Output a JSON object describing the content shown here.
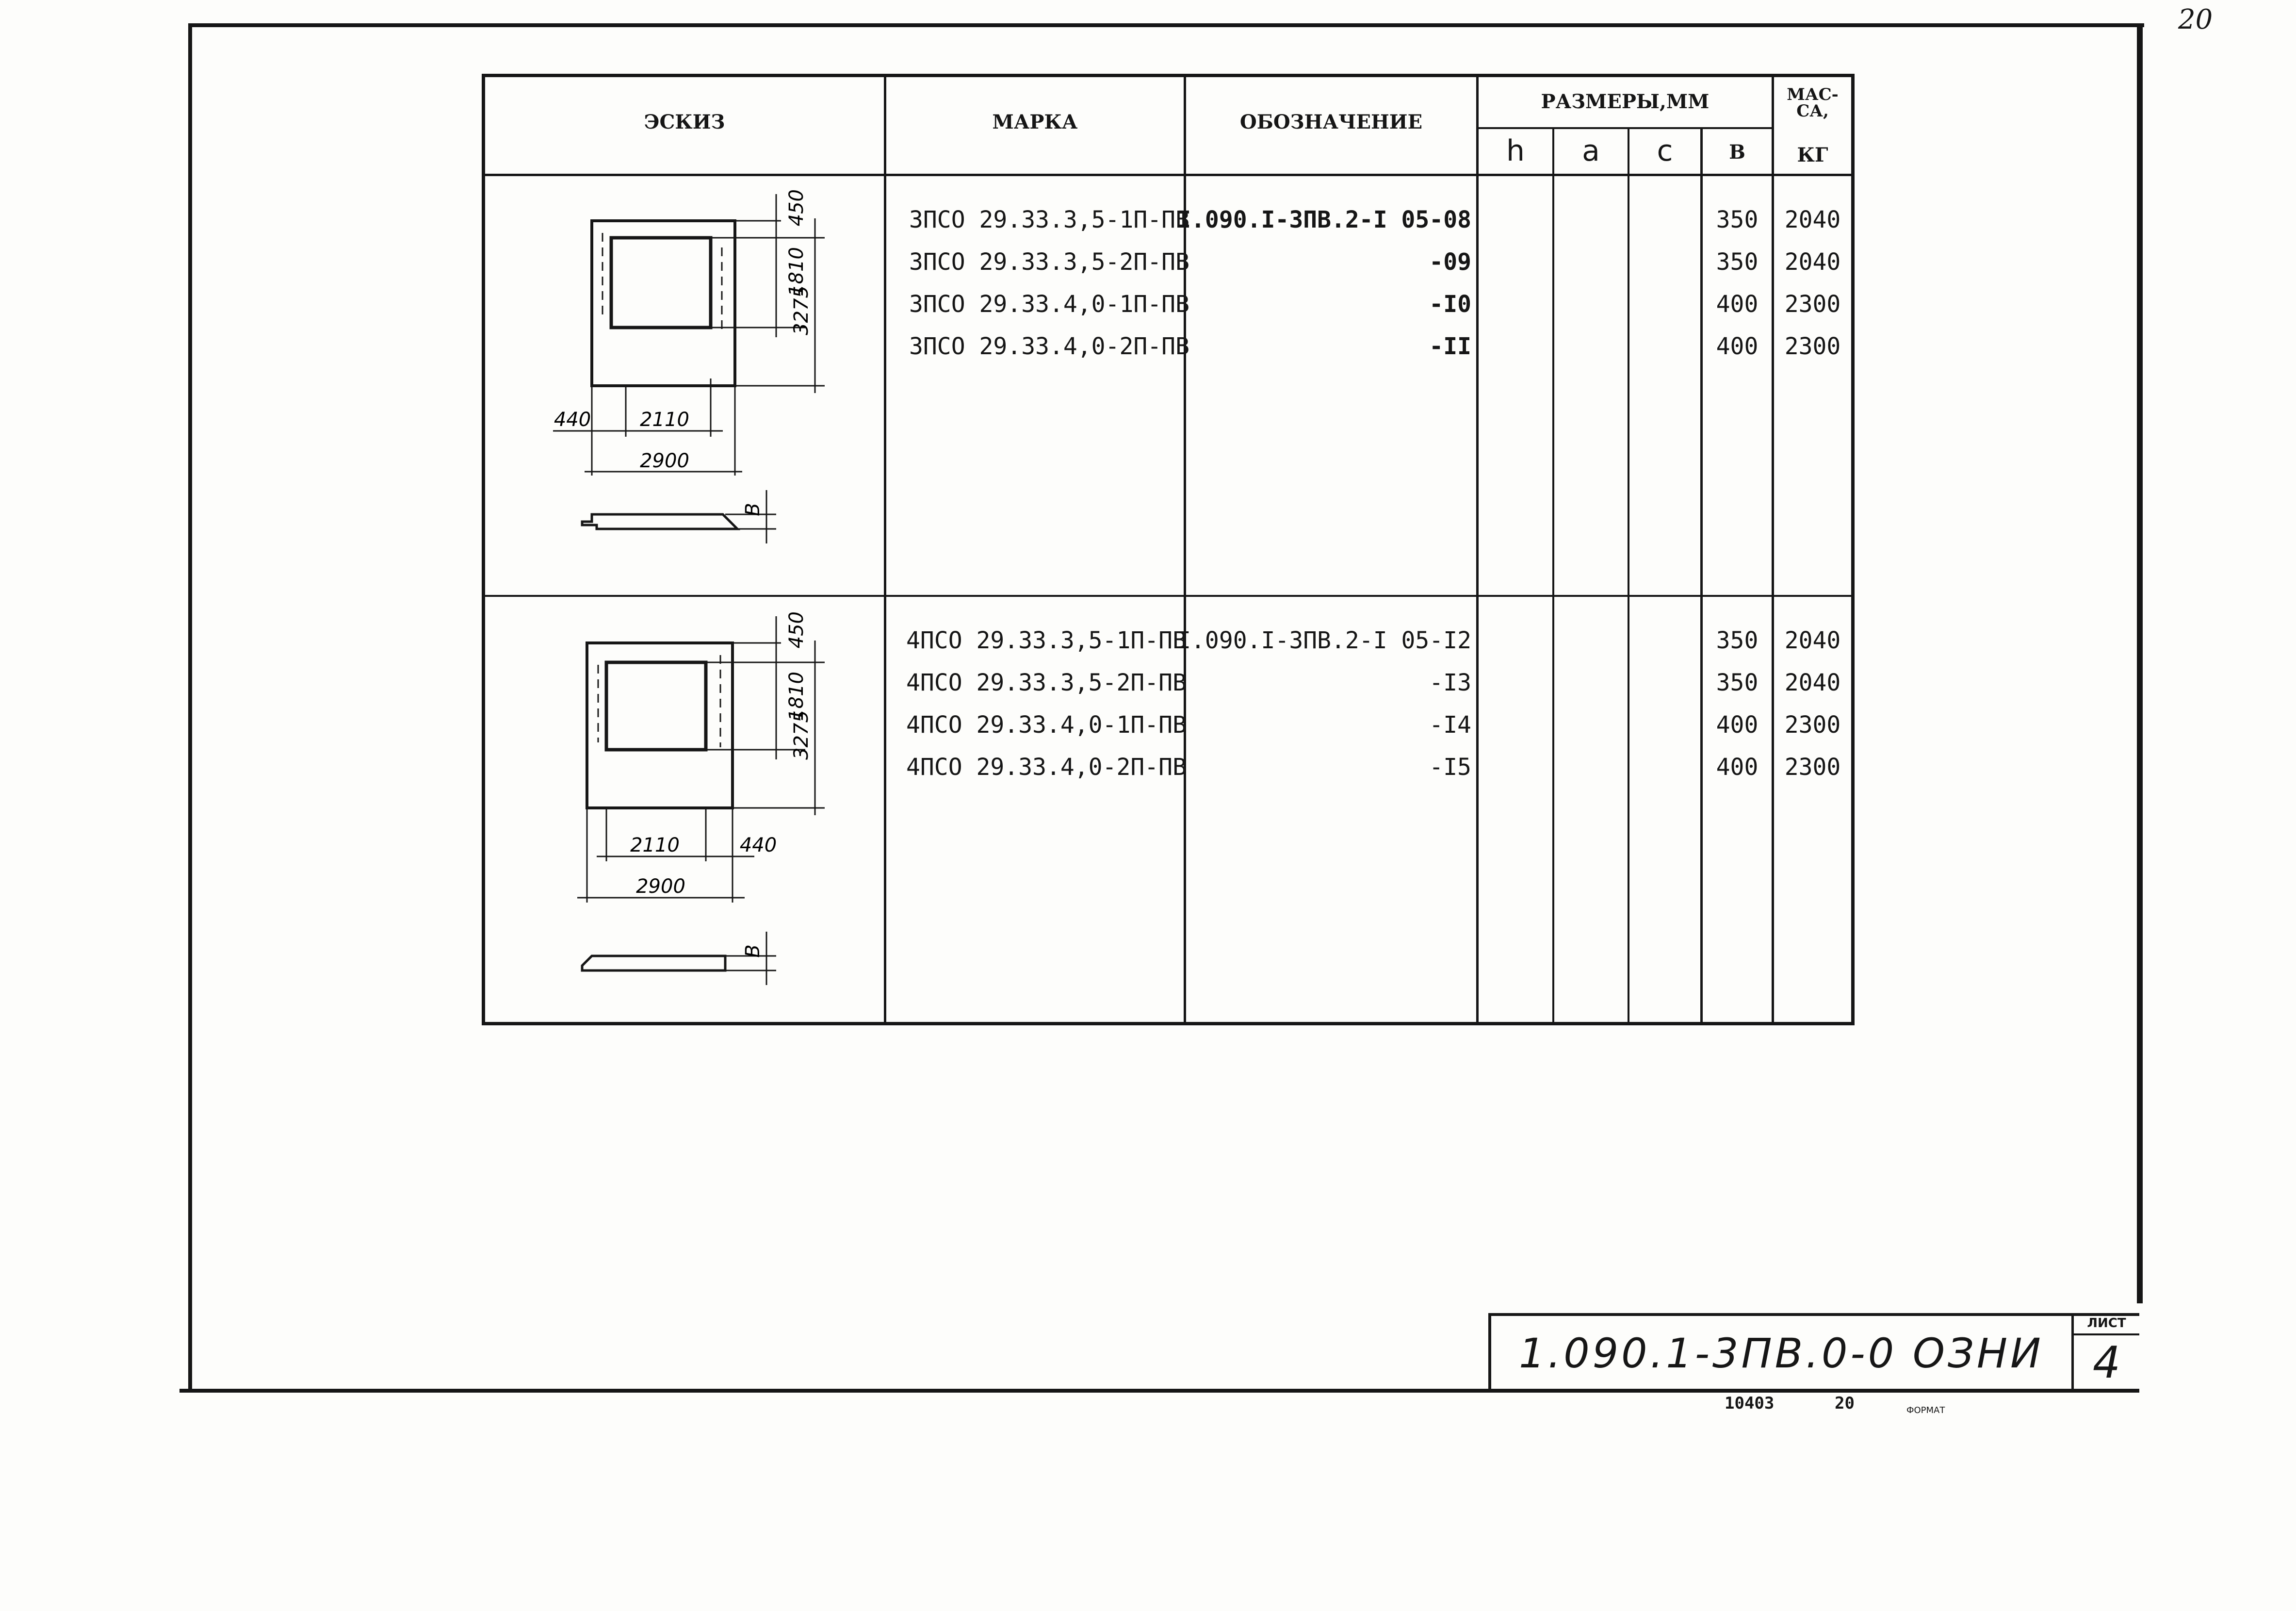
{
  "page_mark": "20",
  "table": {
    "headers": {
      "sketch": "ЭСКИЗ",
      "mark": "МАРКА",
      "designation": "ОБОЗНАЧЕНИЕ",
      "dimensions": "РАЗМЕРЫ,ММ",
      "mass_line1": "МАС-",
      "mass_line2": "СА,",
      "mass_line3": "КГ",
      "h": "h",
      "a": "a",
      "c": "c",
      "b": "В"
    },
    "groups": [
      {
        "sketch_dims": {
          "top": "450",
          "window_h": "1810",
          "total_h": "3275",
          "left": "440",
          "window_w": "2110",
          "total_w": "2900",
          "thickness": "B"
        },
        "rows": [
          {
            "mark": "3ПСО 29.33.3,5-1П-ПВ",
            "designation": "I.090.I-3ПВ.2-I 05-08",
            "h": "",
            "a": "",
            "c": "",
            "b": "350",
            "mass": "2040"
          },
          {
            "mark": "3ПСО 29.33.3,5-2П-ПВ",
            "designation": "-09",
            "h": "",
            "a": "",
            "c": "",
            "b": "350",
            "mass": "2040"
          },
          {
            "mark": "3ПСО 29.33.4,0-1П-ПВ",
            "designation": "-I0",
            "h": "",
            "a": "",
            "c": "",
            "b": "400",
            "mass": "2300"
          },
          {
            "mark": "3ПСО 29.33.4,0-2П-ПВ",
            "designation": "-II",
            "h": "",
            "a": "",
            "c": "",
            "b": "400",
            "mass": "2300"
          }
        ]
      },
      {
        "sketch_dims": {
          "top": "450",
          "window_h": "1810",
          "total_h": "3275",
          "right": "440",
          "window_w": "2110",
          "total_w": "2900",
          "thickness": "B"
        },
        "rows": [
          {
            "mark": "4ПСО 29.33.3,5-1П-ПВ",
            "designation": "I.090.I-3ПВ.2-I 05-I2",
            "h": "",
            "a": "",
            "c": "",
            "b": "350",
            "mass": "2040"
          },
          {
            "mark": "4ПСО 29.33.3,5-2П-ПВ",
            "designation": "-I3",
            "h": "",
            "a": "",
            "c": "",
            "b": "350",
            "mass": "2040"
          },
          {
            "mark": "4ПСО 29.33.4,0-1П-ПВ",
            "designation": "-I4",
            "h": "",
            "a": "",
            "c": "",
            "b": "400",
            "mass": "2300"
          },
          {
            "mark": "4ПСО 29.33.4,0-2П-ПВ",
            "designation": "-I5",
            "h": "",
            "a": "",
            "c": "",
            "b": "400",
            "mass": "2300"
          }
        ]
      }
    ]
  },
  "title_block": {
    "code": "1.090.1-3ПВ.0-0 ОЗНИ",
    "sheet_label": "ЛИСТ",
    "sheet_number": "4"
  },
  "footer": {
    "order_number": "10403",
    "copy_number": "20",
    "format_label": "ФОРМАТ"
  }
}
